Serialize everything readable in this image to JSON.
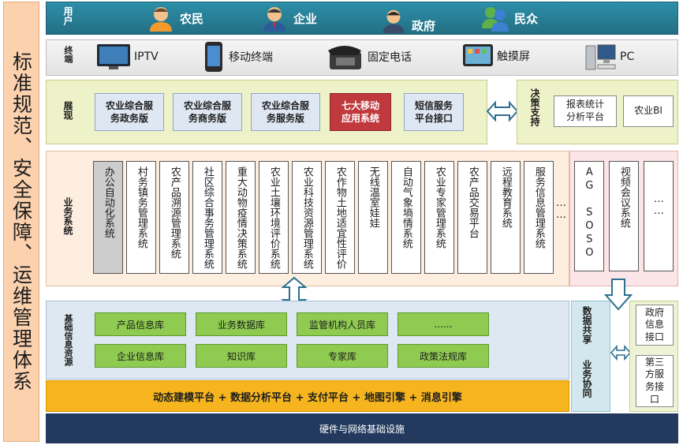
{
  "left_banner": "标准规范、安全保障、运维管理体系",
  "users": {
    "title": "用户",
    "items": [
      {
        "label": "农民",
        "icon": "farmer-icon"
      },
      {
        "label": "企业",
        "icon": "enterprise-icon"
      },
      {
        "label": "政府",
        "icon": "government-icon"
      },
      {
        "label": "民众",
        "icon": "public-icon"
      }
    ]
  },
  "terminals": {
    "title": "终端",
    "items": [
      {
        "label": "IPTV",
        "icon": "tv-icon"
      },
      {
        "label": "移动终端",
        "icon": "mobile-icon"
      },
      {
        "label": "固定电话",
        "icon": "phone-icon"
      },
      {
        "label": "触摸屏",
        "icon": "touchscreen-icon"
      },
      {
        "label": "PC",
        "icon": "pc-icon"
      }
    ]
  },
  "presentation": {
    "title": "展现",
    "boxes": [
      "农业综合服务政务版",
      "农业综合服务商务版",
      "农业综合服务服务版",
      "七大移动应用系统",
      "短信服务平台接口"
    ],
    "box_lines": [
      [
        "农业综合服",
        "务政务版"
      ],
      [
        "农业综合服",
        "务商务版"
      ],
      [
        "农业综合服",
        "务服务版"
      ],
      [
        "七大移动",
        "应用系统"
      ],
      [
        "短信服务",
        "平台接口"
      ]
    ]
  },
  "decision": {
    "title": "决策支持",
    "boxes": [
      [
        "报表统计",
        "分析平台"
      ],
      [
        "农业BI"
      ]
    ]
  },
  "business": {
    "title": "业务系统",
    "systems": [
      "办公自动化系统",
      "村务镇务管理系统",
      "农产品溯源管理系统",
      "社区综合事务管理系统",
      "重大动物疫情决策系统",
      "农业土壤环境评价系统",
      "农业科技资源管理系统",
      "农作物土地适宜性评价",
      "无线温室娃娃",
      "自动气象墒情系统",
      "农业专家管理系统",
      "农产品交易平台",
      "远程教育系统",
      "服务信息管理系统"
    ],
    "ellipsis": "……",
    "right_systems": [
      "AG SOSO",
      "视频会议系统",
      "……"
    ]
  },
  "base": {
    "title": "基础信息资源",
    "databases": [
      "产品信息库",
      "业务数据库",
      "监管机构人员库",
      "......",
      "企业信息库",
      "知识库",
      "专家库",
      "政策法规库"
    ]
  },
  "platform": "动态建模平台 + 数据分析平台 + 支付平台 + 地图引擎 + 消息引擎",
  "infrastructure": "硬件与网络基础设施",
  "share": {
    "text1": "数据共享",
    "text2": "业务协同"
  },
  "external": [
    [
      "政府",
      "信息",
      "接口"
    ],
    [
      "第三",
      "方服",
      "务接",
      "口"
    ]
  ]
}
